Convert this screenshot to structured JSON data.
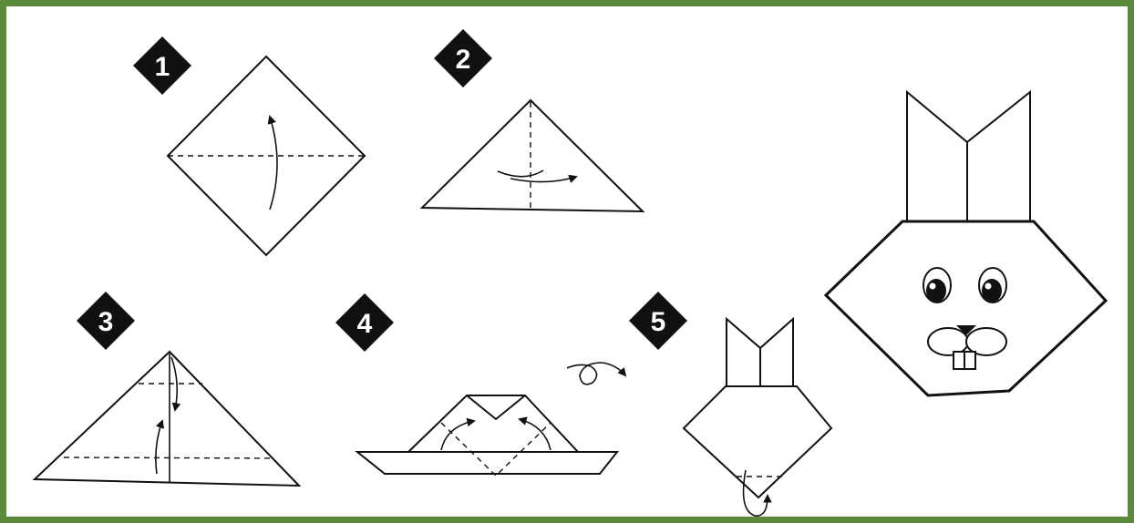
{
  "border_color": "#5b8a3a",
  "badge_color": "#111111",
  "steps": [
    {
      "number": "1"
    },
    {
      "number": "2"
    },
    {
      "number": "3"
    },
    {
      "number": "4"
    },
    {
      "number": "5"
    }
  ]
}
